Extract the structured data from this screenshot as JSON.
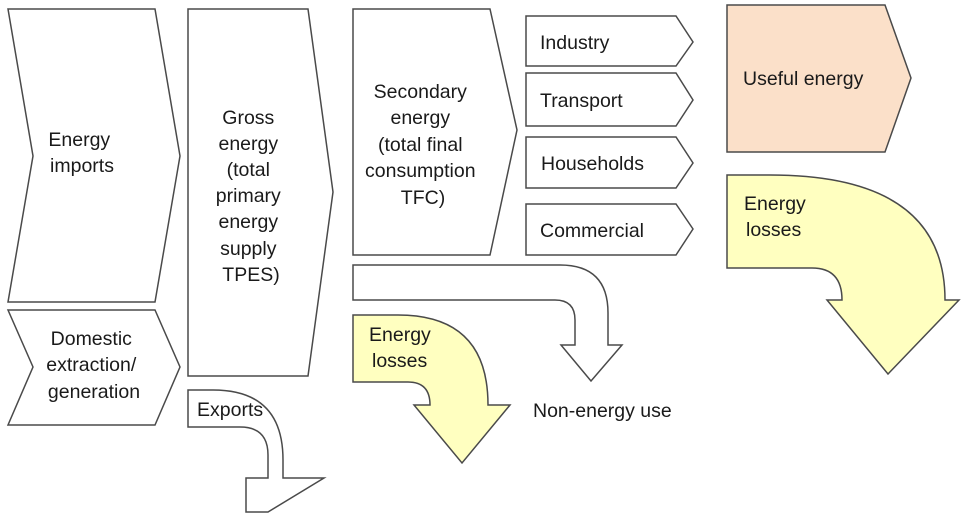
{
  "colors": {
    "outline": "#4a4a4a",
    "box_fill": "#ffffff",
    "useful_energy_fill": "#fbe0c9",
    "losses_fill": "#ffffc0"
  },
  "sources": {
    "imports": [
      "Energy",
      "imports"
    ],
    "domestic": [
      "Domestic",
      "extraction/",
      "generation"
    ]
  },
  "gross": [
    "Gross",
    "energy",
    "(total",
    "primary",
    "energy",
    "supply",
    "TPES)"
  ],
  "exports": "Exports",
  "secondary": [
    "Secondary",
    "energy",
    "(total final",
    "consumption",
    "TFC)"
  ],
  "sectors": [
    "Industry",
    "Transport",
    "Households",
    "Commercial"
  ],
  "useful": "Useful energy",
  "losses_secondary": [
    "Energy",
    "losses"
  ],
  "losses_final": [
    "Energy",
    "losses"
  ],
  "non_energy": "Non-energy use"
}
